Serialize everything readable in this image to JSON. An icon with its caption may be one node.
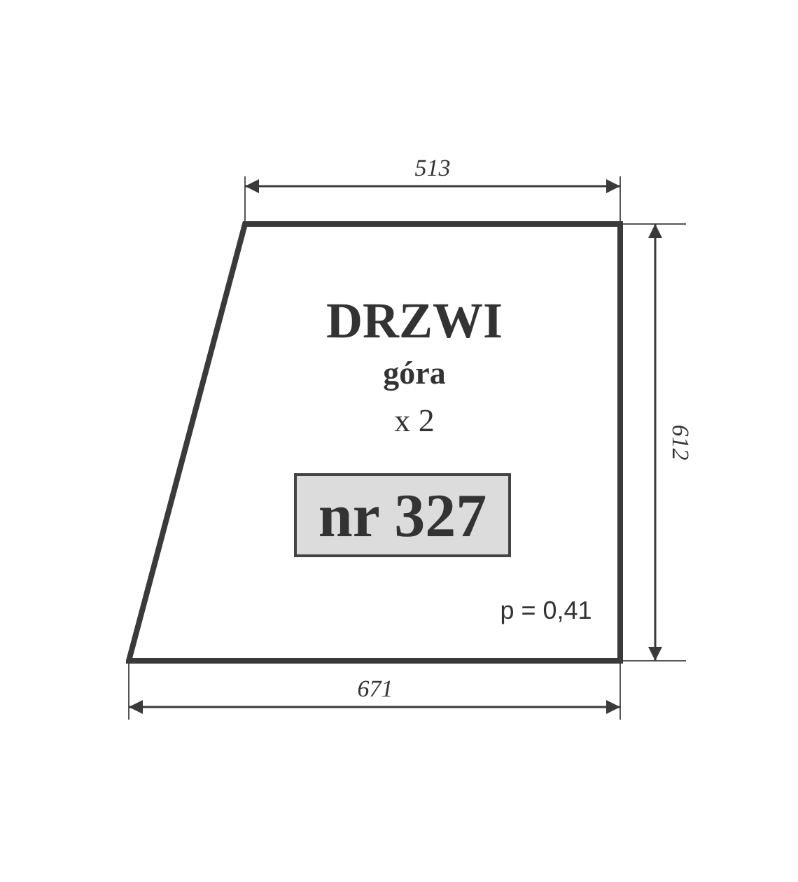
{
  "diagram": {
    "nodes": [
      {
        "text": [
          "DRZWI",
          "góra",
          "x 2",
          "p = 0,41"
        ]
      },
      {
        "text": [
          "nr 327"
        ],
        "in": 0
      }
    ],
    "labels": [
      "513",
      "612",
      "671"
    ]
  }
}
